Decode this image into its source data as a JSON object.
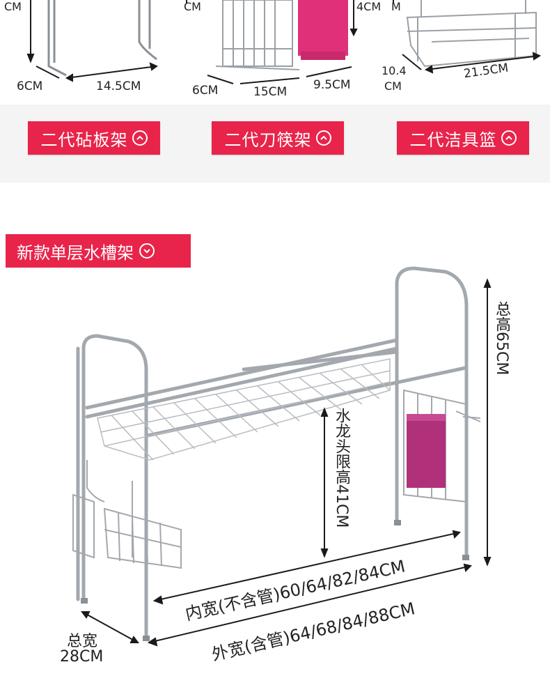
{
  "top_products": [
    {
      "name": "二代砧板架",
      "dims": [
        "6CM",
        "14.5CM"
      ],
      "partial": "CM"
    },
    {
      "name": "二代刀筷架",
      "dims": [
        "6CM",
        "15CM",
        "9.5CM"
      ],
      "partial_left": "CM",
      "partial_right": "4CM"
    },
    {
      "name": "二代洁具篮",
      "dims": [
        "10.4",
        "CM",
        "21.5CM"
      ],
      "partial": "M"
    }
  ],
  "section_title": "新款单层水槽架",
  "rack_dims": {
    "total_height": "总高65CM",
    "faucet_limit": "水龙头限高41CM",
    "inner_width": "内宽(不含管)60/64/82/84CM",
    "outer_width": "外宽(含管)64/68/84/88CM",
    "total_width_line1": "总宽",
    "total_width_line2": "28CM"
  },
  "colors": {
    "accent": "#e8244a",
    "steel": "#9aa0a6",
    "pink": "#e0307a",
    "purple": "#b0307a"
  }
}
